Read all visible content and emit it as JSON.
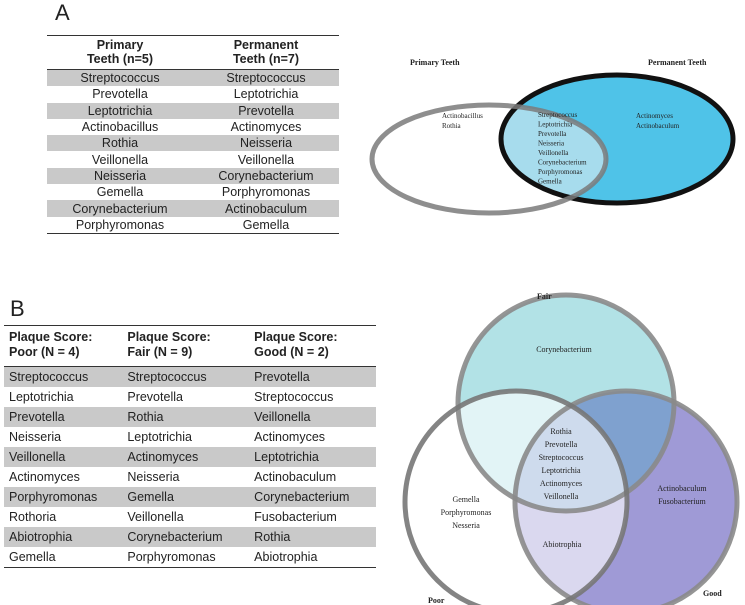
{
  "panelA": {
    "letter": "A",
    "table": {
      "headers": [
        {
          "line1": "Primary",
          "line2": "Teeth (n=5)"
        },
        {
          "line1": "Permanent",
          "line2": "Teeth (n=7)"
        }
      ],
      "rows": [
        [
          "Streptococcus",
          "Streptococcus"
        ],
        [
          "Prevotella",
          "Leptotrichia"
        ],
        [
          "Leptotrichia",
          "Prevotella"
        ],
        [
          "Actinobacillus",
          "Actinomyces"
        ],
        [
          "Rothia",
          "Neisseria"
        ],
        [
          "Veillonella",
          "Veillonella"
        ],
        [
          "Neisseria",
          "Corynebacterium"
        ],
        [
          "Gemella",
          "Porphyromonas"
        ],
        [
          "Corynebacterium",
          "Actinobaculum"
        ],
        [
          "Porphyromonas",
          "Gemella"
        ]
      ]
    },
    "venn": {
      "label_left": "Primary Teeth",
      "label_right": "Permanent Teeth",
      "left_only": [
        "Actinobacillus",
        "Rothia"
      ],
      "both": [
        "Streptococcus",
        "Leptotrichia",
        "Prevotella",
        "Neisseria",
        "Veillonella",
        "Corynebacterium",
        "Porphyromonas",
        "Gemella"
      ],
      "right_only": [
        "Actinomyces",
        "Actinobaculum"
      ],
      "colors": {
        "right_fill": "#4fc3e8",
        "overlap_fill": "#a7dced",
        "left_stroke": "#7a7a7a",
        "right_stroke": "#111111"
      }
    }
  },
  "panelB": {
    "letter": "B",
    "table": {
      "headers": [
        {
          "line1": "Plaque Score:",
          "line2": "Poor (N = 4)"
        },
        {
          "line1": "Plaque Score:",
          "line2": "Fair (N = 9)"
        },
        {
          "line1": "Plaque Score:",
          "line2": "Good (N = 2)"
        }
      ],
      "rows": [
        [
          "Streptococcus",
          "Streptococcus",
          "Prevotella"
        ],
        [
          "Leptotrichia",
          "Prevotella",
          "Streptococcus"
        ],
        [
          "Prevotella",
          "Rothia",
          "Veillonella"
        ],
        [
          "Neisseria",
          "Leptotrichia",
          "Actinomyces"
        ],
        [
          "Veillonella",
          "Actinomyces",
          "Leptotrichia"
        ],
        [
          "Actinomyces",
          "Neisseria",
          "Actinobaculum"
        ],
        [
          "Porphyromonas",
          "Gemella",
          "Corynebacterium"
        ],
        [
          "Rothoria",
          "Veillonella",
          "Fusobacterium"
        ],
        [
          "Abiotrophia",
          "Corynebacterium",
          "Rothia"
        ],
        [
          "Gemella",
          "Porphyromonas",
          "Abiotrophia"
        ]
      ]
    },
    "venn": {
      "label_fair": "Fair",
      "label_poor": "Poor",
      "label_good": "Good",
      "fair_only": [
        "Corynebacterium"
      ],
      "center": [
        "Rothia",
        "Prevotella",
        "Streptococcus",
        "Leptotrichia",
        "Actinomyces",
        "Veillonella"
      ],
      "poor_only": [
        "Gemella",
        "Porphyromonas",
        "Nesseria"
      ],
      "good_only": [
        "Actinobaculum",
        "Fusobacterium"
      ],
      "poor_good": [
        "Abiotrophia"
      ],
      "colors": {
        "fair_fill": "#b2e2e6",
        "good_fill": "#9f9ad6",
        "poor_fill": "#ffffff",
        "stroke": "#8a8a8a"
      }
    }
  }
}
